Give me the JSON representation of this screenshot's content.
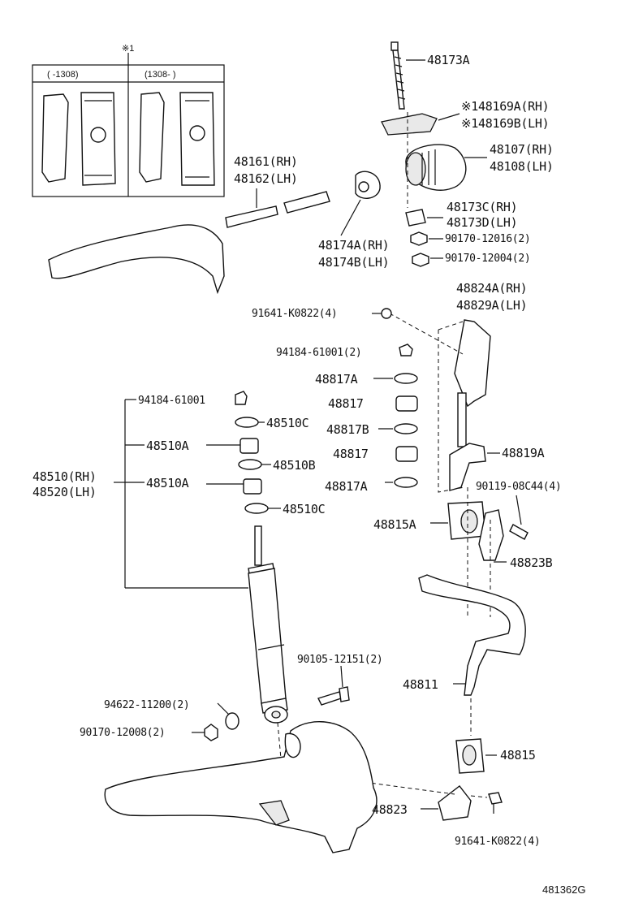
{
  "inset": {
    "mark": "※1",
    "col_left": "(    -1308)",
    "col_right": "(1308-    )"
  },
  "labels": {
    "p48173A": "48173A",
    "p48169A": "※148169A(RH)",
    "p48169B": "※148169B(LH)",
    "p48107": "48107(RH)",
    "p48108": "48108(LH)",
    "p48161": "48161(RH)",
    "p48162": "48162(LH)",
    "p48173C": "48173C(RH)",
    "p48173D": "48173D(LH)",
    "p90170_12016": "90170-12016(2)",
    "p48174A": "48174A(RH)",
    "p48174B": "48174B(LH)",
    "p90170_12004": "90170-12004(2)",
    "p48824A": "48824A(RH)",
    "p48829A": "48829A(LH)",
    "p91641_top": "91641-K0822(4)",
    "p94184_2": "94184-61001(2)",
    "p48817A_1": "48817A",
    "p48817_1": "48817",
    "p94184": "94184-61001",
    "p48510C_1": "48510C",
    "p48817B": "48817B",
    "p48510A_1": "48510A",
    "p48817_2": "48817",
    "p48819A": "48819A",
    "p48510": "48510(RH)",
    "p48520": "48520(LH)",
    "p48510B": "48510B",
    "p48510A_2": "48510A",
    "p48817A_2": "48817A",
    "p90119": "90119-08C44(4)",
    "p48510C_2": "48510C",
    "p48815A": "48815A",
    "p48823B": "48823B",
    "p90105": "90105-12151(2)",
    "p48811": "48811",
    "p94622": "94622-11200(2)",
    "p90170_12008": "90170-12008(2)",
    "p48815": "48815",
    "p48823": "48823",
    "p91641_bot": "91641-K0822(4)"
  },
  "drawing_code": "481362G"
}
